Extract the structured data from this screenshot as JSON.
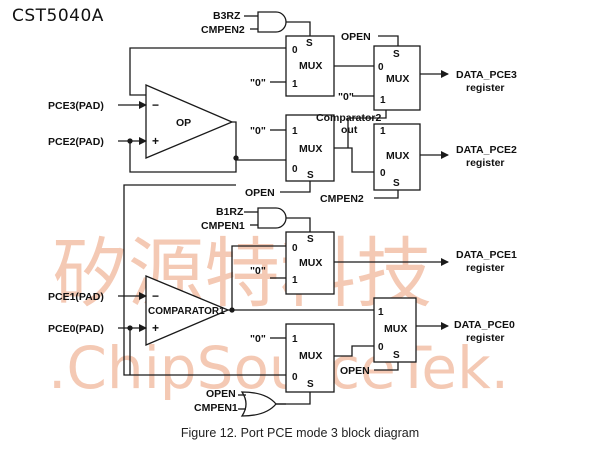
{
  "header": {
    "title": "CST5040A"
  },
  "caption": "Figure 12. Port PCE mode 3 block diagram",
  "watermark": {
    "cn": "矽源特科技",
    "en": ".ChipSourceTek."
  },
  "colors": {
    "line": "#1a1a1a",
    "watermark": "#f4c9b4",
    "background": "#ffffff"
  },
  "pads": {
    "pce3": "PCE3(PAD)",
    "pce2": "PCE2(PAD)",
    "pce1": "PCE1(PAD)",
    "pce0": "PCE0(PAD)"
  },
  "signals": {
    "b3rz": "B3RZ",
    "cmpen2_gate": "CMPEN2",
    "open_top": "OPEN",
    "zero_quote": "\"0\"",
    "comparator2_out_l1": "Comparator2",
    "comparator2_out_l2": "out",
    "open_mid": "OPEN",
    "cmpen2_sel": "CMPEN2",
    "b1rz": "B1RZ",
    "cmpen1_gate": "CMPEN1",
    "open_low": "OPEN",
    "open_or": "OPEN",
    "cmpen1_or": "CMPEN1"
  },
  "blocks": {
    "op": "OP",
    "comparator1": "COMPARATOR1",
    "mux": "MUX",
    "minus": "−",
    "plus": "+",
    "sel": "S",
    "in0": "0",
    "in1": "1"
  },
  "outputs": {
    "pce3_l1": "DATA_PCE3",
    "pce3_l2": "register",
    "pce2_l1": "DATA_PCE2",
    "pce2_l2": "register",
    "pce1_l1": "DATA_PCE1",
    "pce1_l2": "register",
    "pce0_l1": "DATA_PCE0",
    "pce0_l2": "register"
  }
}
